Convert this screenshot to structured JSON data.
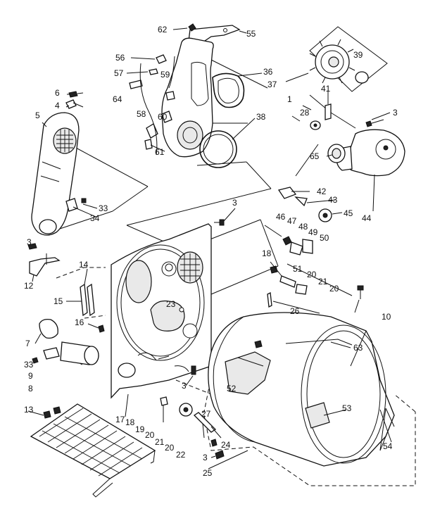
{
  "diagram": {
    "labels": [
      {
        "key": "62",
        "text": "62"
      },
      {
        "key": "55",
        "text": "55"
      },
      {
        "key": "56",
        "text": "56"
      },
      {
        "key": "57",
        "text": "57"
      },
      {
        "key": "59",
        "text": "59"
      },
      {
        "key": "36",
        "text": "36"
      },
      {
        "key": "37",
        "text": "37"
      },
      {
        "key": "39",
        "text": "39"
      },
      {
        "key": "64",
        "text": "64"
      },
      {
        "key": "60",
        "text": "60"
      },
      {
        "key": "58",
        "text": "58"
      },
      {
        "key": "61",
        "text": "61"
      },
      {
        "key": "38",
        "text": "38"
      },
      {
        "key": "41",
        "text": "41"
      },
      {
        "key": "1",
        "text": "1"
      },
      {
        "key": "28",
        "text": "28"
      },
      {
        "key": "3a",
        "text": "3"
      },
      {
        "key": "65",
        "text": "65"
      },
      {
        "key": "6",
        "text": "6"
      },
      {
        "key": "4",
        "text": "4"
      },
      {
        "key": "5",
        "text": "5"
      },
      {
        "key": "42",
        "text": "42"
      },
      {
        "key": "43",
        "text": "43"
      },
      {
        "key": "45",
        "text": "45"
      },
      {
        "key": "44",
        "text": "44"
      },
      {
        "key": "3b",
        "text": "3"
      },
      {
        "key": "33a",
        "text": "33"
      },
      {
        "key": "34",
        "text": "34"
      },
      {
        "key": "46",
        "text": "46"
      },
      {
        "key": "47",
        "text": "47"
      },
      {
        "key": "48",
        "text": "48"
      },
      {
        "key": "49",
        "text": "49"
      },
      {
        "key": "50",
        "text": "50"
      },
      {
        "key": "3c",
        "text": "3"
      },
      {
        "key": "18a",
        "text": "18"
      },
      {
        "key": "51",
        "text": "51"
      },
      {
        "key": "20a",
        "text": "20"
      },
      {
        "key": "21a",
        "text": "21"
      },
      {
        "key": "20b",
        "text": "20"
      },
      {
        "key": "12",
        "text": "12"
      },
      {
        "key": "14",
        "text": "14"
      },
      {
        "key": "10",
        "text": "10"
      },
      {
        "key": "15",
        "text": "15"
      },
      {
        "key": "23",
        "text": "23"
      },
      {
        "key": "26",
        "text": "26"
      },
      {
        "key": "16",
        "text": "16"
      },
      {
        "key": "7",
        "text": "7"
      },
      {
        "key": "63",
        "text": "63"
      },
      {
        "key": "33b",
        "text": "33"
      },
      {
        "key": "9",
        "text": "9"
      },
      {
        "key": "8",
        "text": "8"
      },
      {
        "key": "3d",
        "text": "3"
      },
      {
        "key": "52",
        "text": "52"
      },
      {
        "key": "13",
        "text": "13"
      },
      {
        "key": "17",
        "text": "17"
      },
      {
        "key": "18b",
        "text": "18"
      },
      {
        "key": "19",
        "text": "19"
      },
      {
        "key": "20c",
        "text": "20"
      },
      {
        "key": "21b",
        "text": "21"
      },
      {
        "key": "20d",
        "text": "20"
      },
      {
        "key": "22",
        "text": "22"
      },
      {
        "key": "27",
        "text": "27"
      },
      {
        "key": "53",
        "text": "53"
      },
      {
        "key": "24",
        "text": "24"
      },
      {
        "key": "3e",
        "text": "3"
      },
      {
        "key": "54",
        "text": "54"
      },
      {
        "key": "25",
        "text": "25"
      }
    ]
  }
}
